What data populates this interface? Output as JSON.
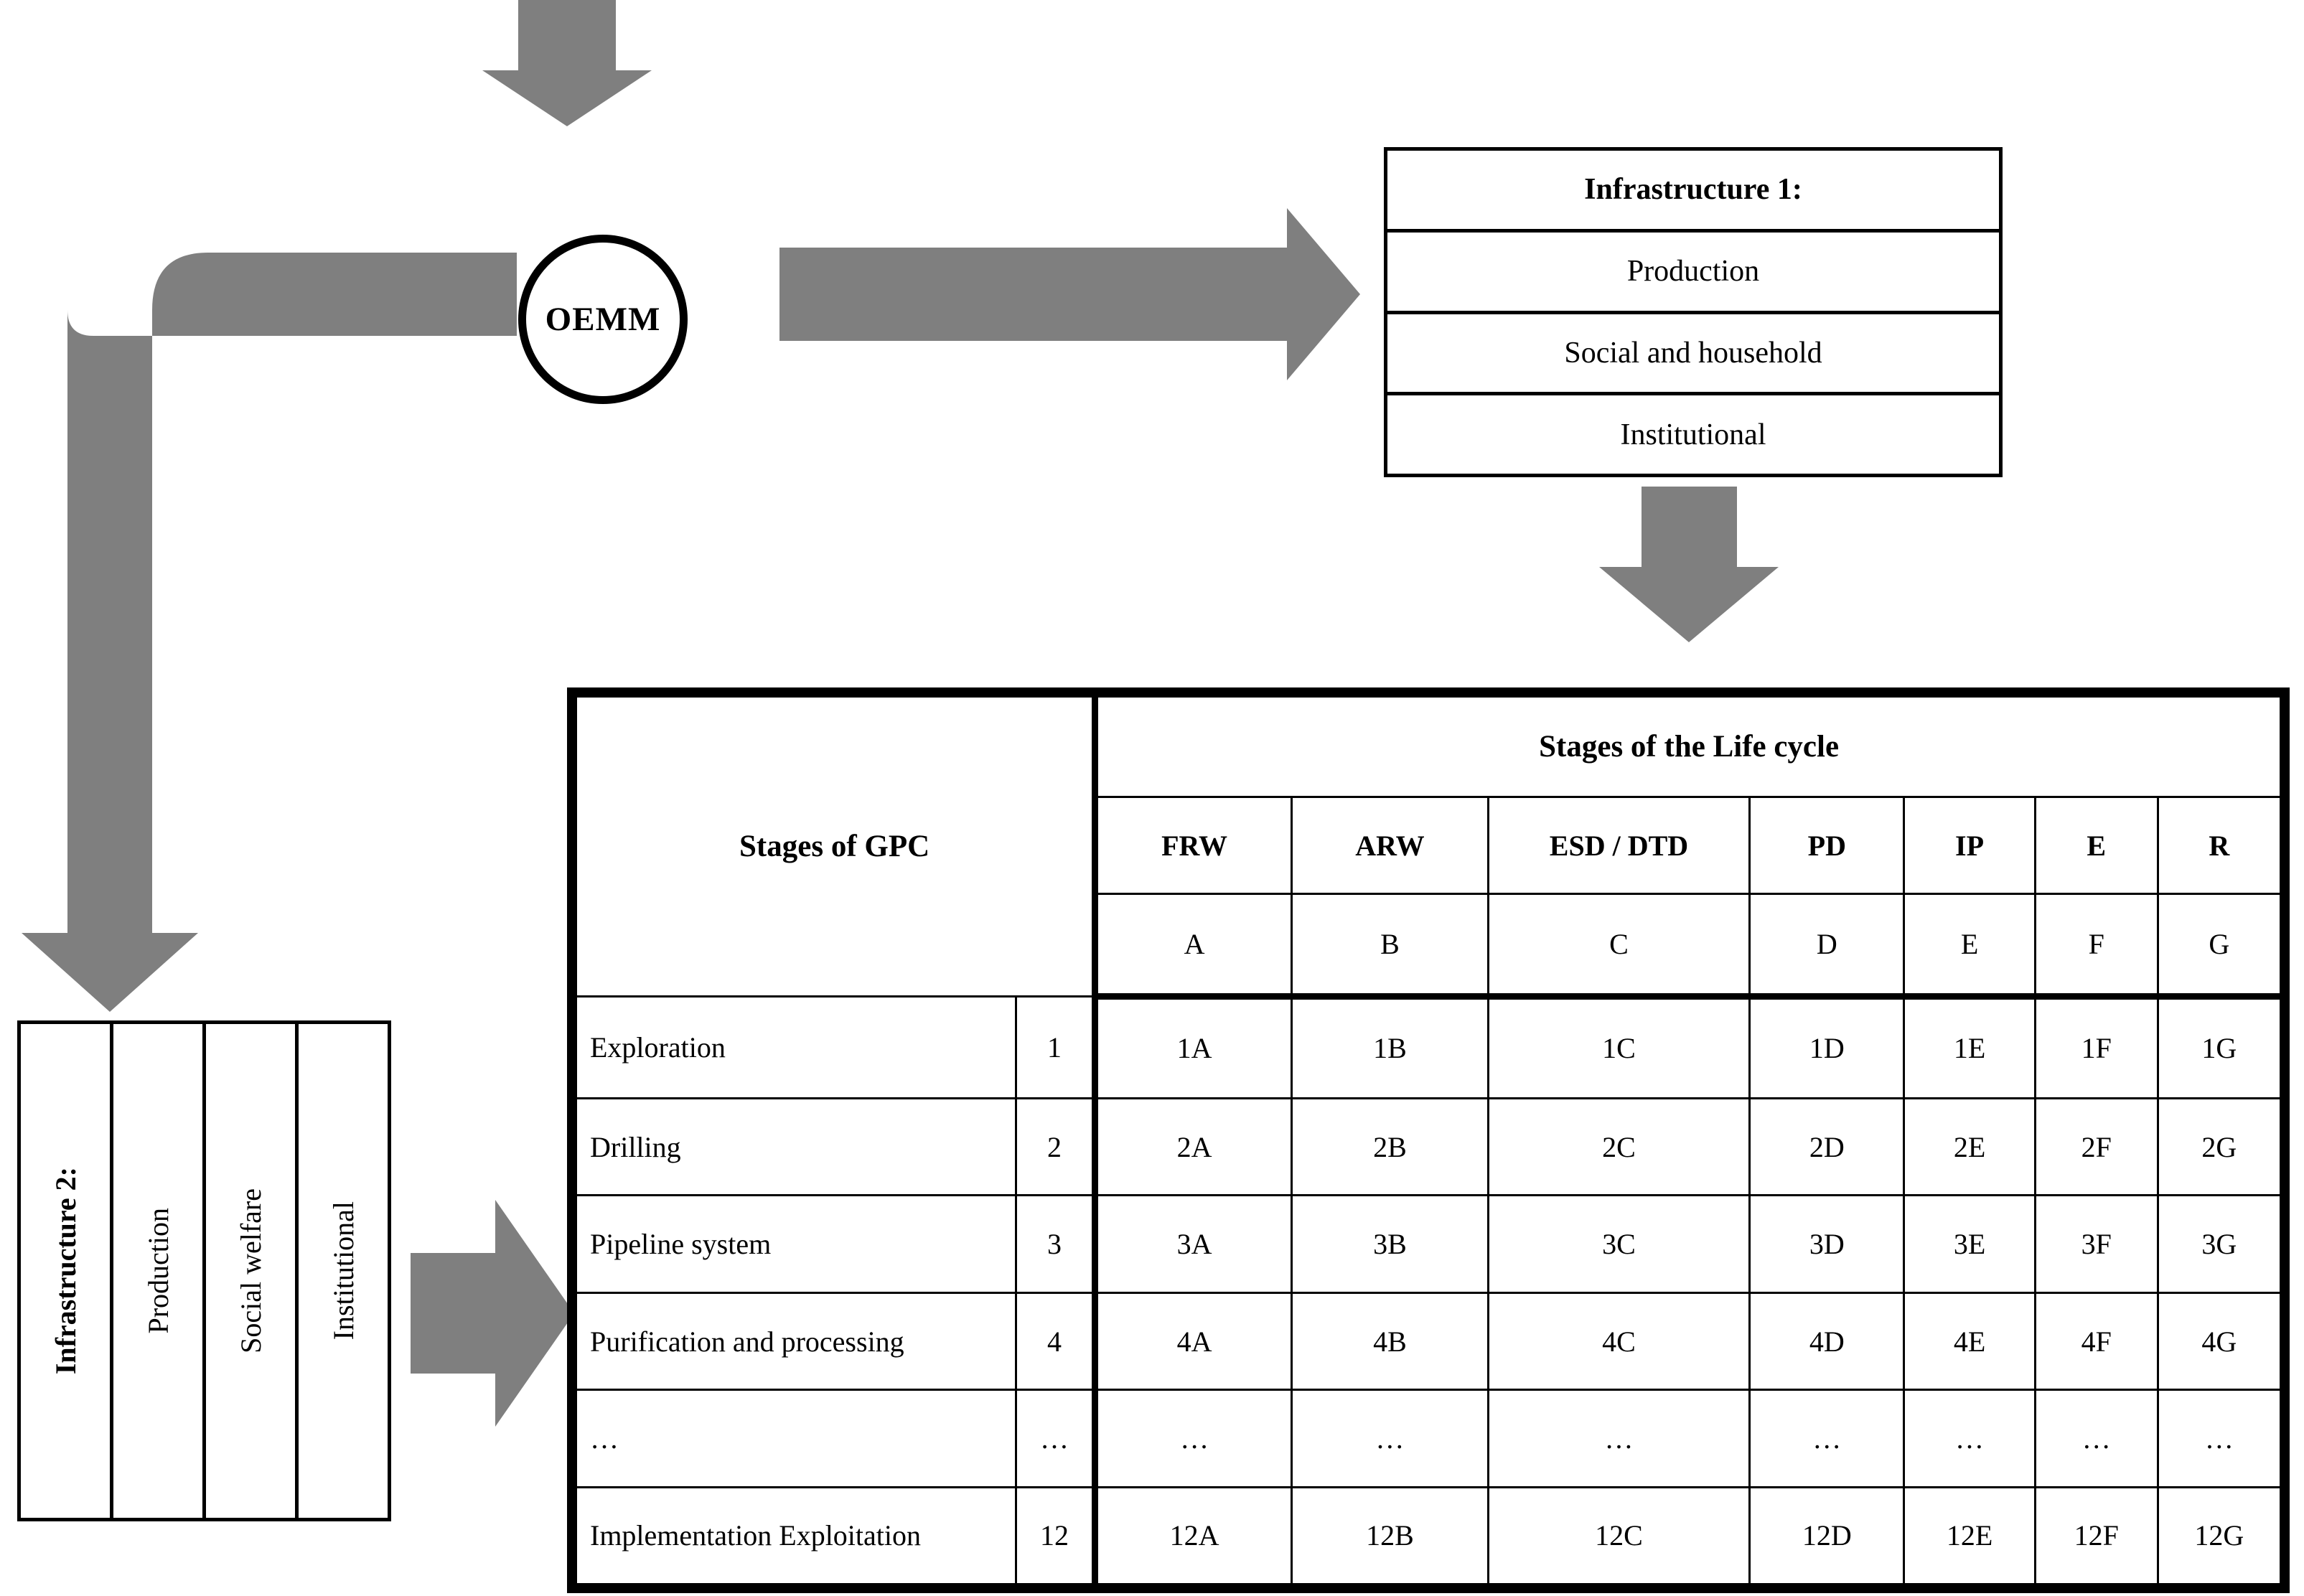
{
  "diagram": {
    "title": "OEMM infrastructure and life cycle stages diagram",
    "accent_gray": "#7f7f7f",
    "line_black": "#000000"
  },
  "oemm": {
    "label": "OEMM",
    "shape": "circle"
  },
  "arrows": {
    "top_into_oemm": "down-arrow",
    "oemm_to_infra1": "right-arrow",
    "infra1_to_table": "down-arrow",
    "oemm_to_infra2": "elbow-down-arrow",
    "infra2_to_table": "right-arrow"
  },
  "infrastructure1": {
    "header": "Infrastructure 1:",
    "rows": [
      "Production",
      "Social and household",
      "Institutional"
    ]
  },
  "infrastructure2": {
    "header": "Infrastructure 2:",
    "columns": [
      "Production",
      "Social welfare",
      "Institutional"
    ]
  },
  "table": {
    "gpc_header": "Stages of GPC",
    "lifecycle_header": "Stages of the Life cycle",
    "stage_codes": [
      "FRW",
      "ARW",
      "ESD / DTD",
      "PD",
      "IP",
      "E",
      "R"
    ],
    "stage_letters": [
      "A",
      "B",
      "C",
      "D",
      "E",
      "F",
      "G"
    ],
    "rows": [
      {
        "name": "Exploration",
        "num": "1",
        "cells": [
          "1A",
          "1B",
          "1C",
          "1D",
          "1E",
          "1F",
          "1G"
        ]
      },
      {
        "name": "Drilling",
        "num": "2",
        "cells": [
          "2A",
          "2B",
          "2C",
          "2D",
          "2E",
          "2F",
          "2G"
        ]
      },
      {
        "name": "Pipeline system",
        "num": "3",
        "cells": [
          "3A",
          "3B",
          "3C",
          "3D",
          "3E",
          "3F",
          "3G"
        ]
      },
      {
        "name": "Purification and processing",
        "num": "4",
        "cells": [
          "4A",
          "4B",
          "4C",
          "4D",
          "4E",
          "4F",
          "4G"
        ]
      },
      {
        "name": "…",
        "num": "…",
        "cells": [
          "…",
          "…",
          "…",
          "…",
          "…",
          "…",
          "…"
        ]
      },
      {
        "name": "Implementation Exploitation",
        "num": "12",
        "cells": [
          "12A",
          "12B",
          "12C",
          "12D",
          "12E",
          "12F",
          "12G"
        ]
      }
    ]
  }
}
